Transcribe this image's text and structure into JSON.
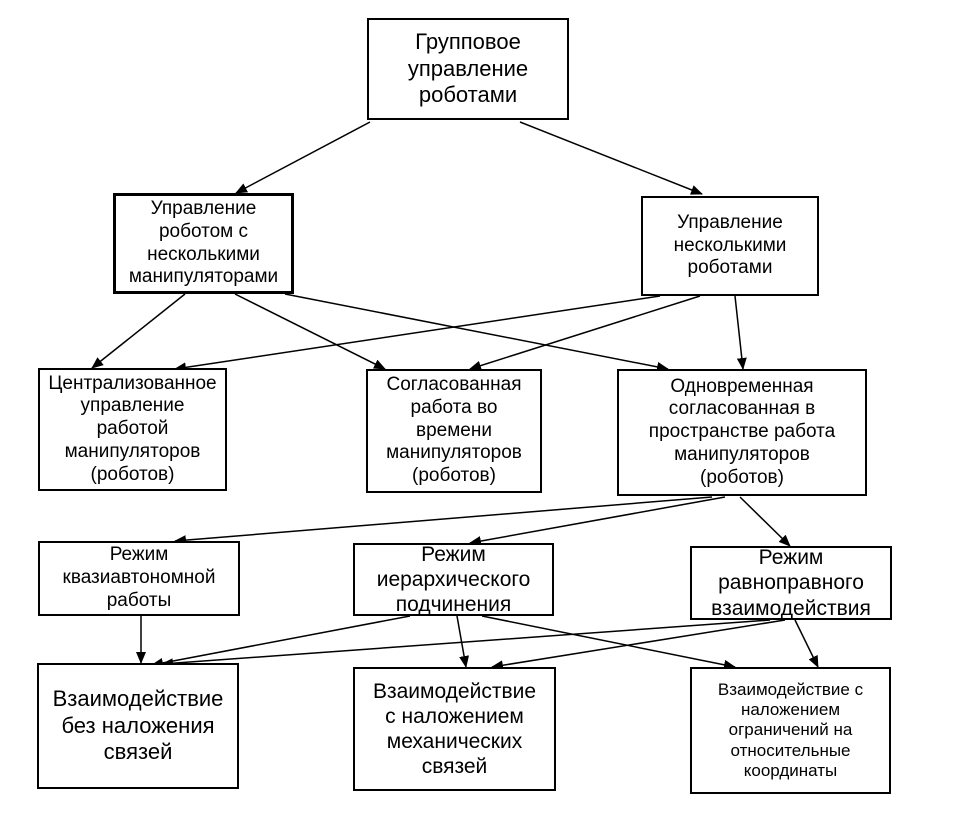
{
  "nodes": {
    "root": "Групповое\nуправление\nроботами",
    "multi_manip": "Управление\nроботом с\nнесколькими\nманипуляторами",
    "multi_robot": "Управление\nнесколькими\nроботами",
    "centralized": "Централизованное\nуправление\nработой\nманипуляторов\n(роботов)",
    "time_coord": "Согласованная\nработа во\nвремени\nманипуляторов\n(роботов)",
    "space_coord": "Одновременная\nсогласованная в\nпространстве работа\nманипуляторов\n(роботов)",
    "quasi": "Режим\nквазиавтономной\nработы",
    "hierarchy": "Режим\nиерархического\nподчинения",
    "equal": "Режим\nравноправного\nвзаимодействия",
    "no_constraints": "Взаимодействие\nбез наложения\nсвязей",
    "mech_constraints": "Взаимодействие\nс наложением\nмеханических\nсвязей",
    "coord_constraints": "Взаимодействие с\nналожением\nограничений на\nотносительные\nкоординаты"
  },
  "colors": {
    "line": "#000000",
    "box_border": "#000000",
    "background": "#ffffff"
  }
}
